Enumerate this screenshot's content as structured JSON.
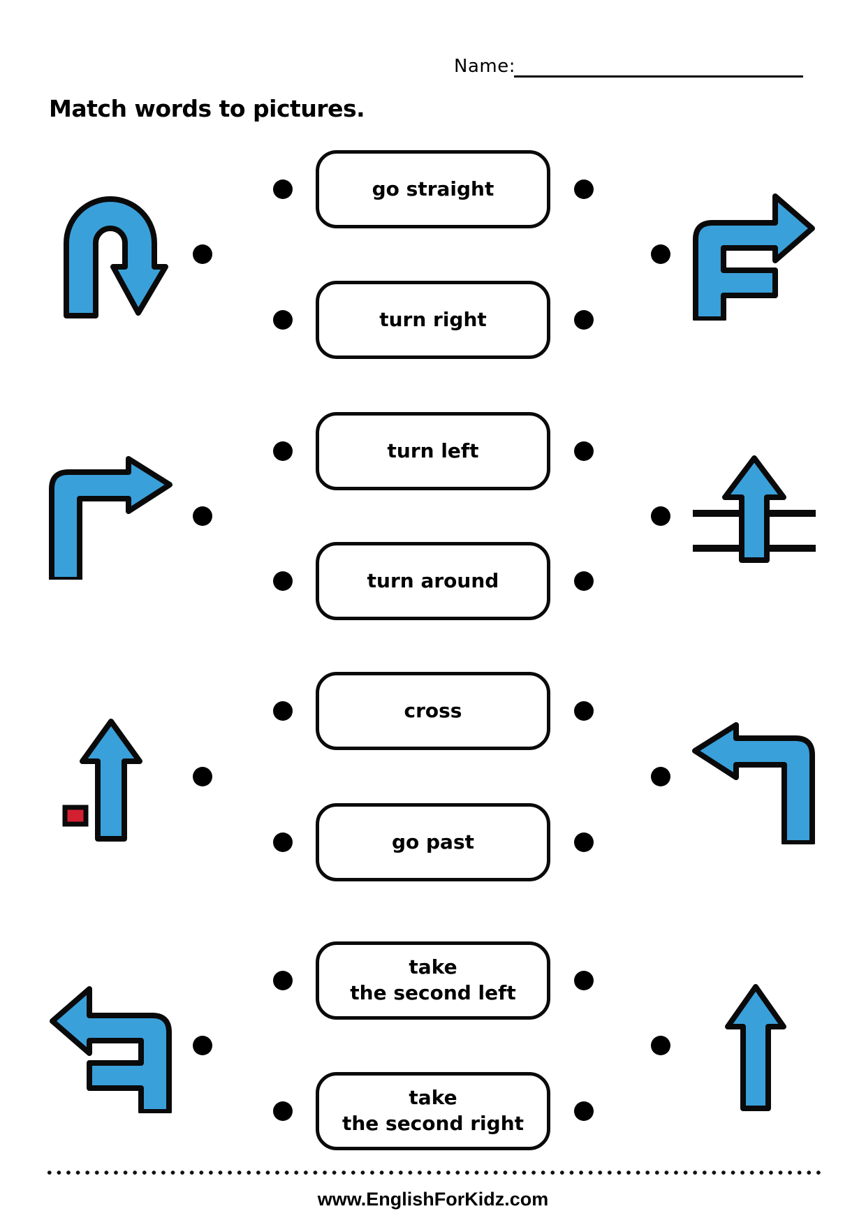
{
  "header": {
    "name_label": "Name:",
    "title": "Match words to pictures."
  },
  "word_boxes": [
    {
      "lines": [
        "go straight"
      ]
    },
    {
      "lines": [
        "turn right"
      ]
    },
    {
      "lines": [
        "turn left"
      ]
    },
    {
      "lines": [
        "turn around"
      ]
    },
    {
      "lines": [
        "cross"
      ]
    },
    {
      "lines": [
        "go past"
      ]
    },
    {
      "lines": [
        "take",
        "the second left"
      ]
    },
    {
      "lines": [
        "take",
        "the second right"
      ]
    }
  ],
  "pictures": {
    "left": [
      {
        "icon": "u-turn-arrow"
      },
      {
        "icon": "turn-right-arrow"
      },
      {
        "icon": "go-past-arrow-with-red-landmark"
      },
      {
        "icon": "take-the-second-left-arrow"
      }
    ],
    "right": [
      {
        "icon": "take-the-second-right-arrow"
      },
      {
        "icon": "cross-street-arrow"
      },
      {
        "icon": "turn-left-arrow"
      },
      {
        "icon": "go-straight-arrow"
      }
    ]
  },
  "colors": {
    "arrow_fill": "#3AA0DA",
    "arrow_outline": "#0A0A0A",
    "landmark_red": "#D32030",
    "dot_black": "#000000"
  },
  "footer": {
    "website": "www.EnglishForKidz.com"
  }
}
